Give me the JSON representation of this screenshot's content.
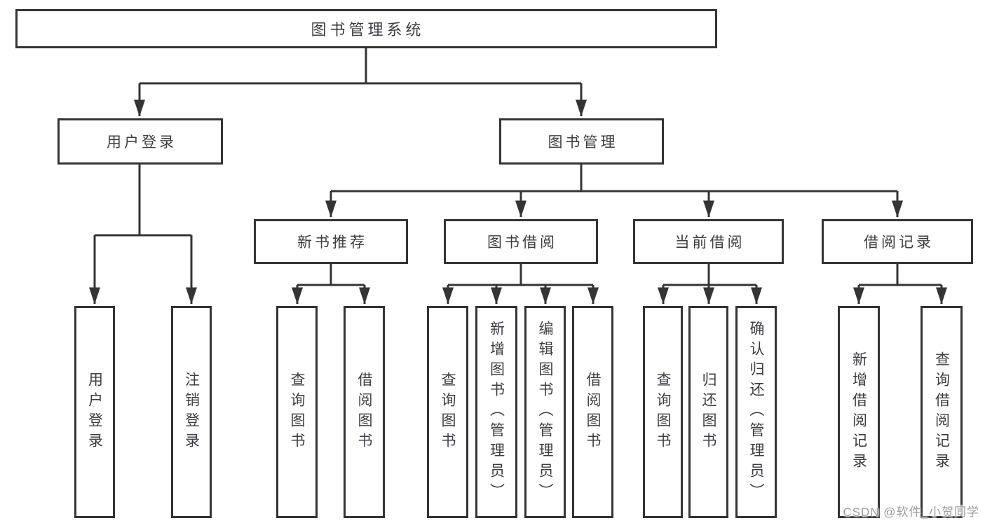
{
  "colors": {
    "line": "#343434",
    "box_border": "#343434",
    "node_text": "#3c3e44",
    "background": "#ffffff",
    "watermark": "#9d9d9d"
  },
  "watermark": {
    "text": "CSDN @软件_小贺同学"
  },
  "tree": {
    "label": "图书管理系统",
    "children": [
      {
        "label": "用户登录",
        "children": [
          {
            "label": "用户登录"
          },
          {
            "label": "注销登录"
          }
        ]
      },
      {
        "label": "图书管理",
        "children": [
          {
            "label": "新书推荐",
            "children": [
              {
                "label": "查询图书"
              },
              {
                "label": "借阅图书"
              }
            ]
          },
          {
            "label": "图书借阅",
            "children": [
              {
                "label": "查询图书"
              },
              {
                "label": "新增图书（管理员）"
              },
              {
                "label": "编辑图书（管理员）"
              },
              {
                "label": "借阅图书"
              }
            ]
          },
          {
            "label": "当前借阅",
            "children": [
              {
                "label": "查询图书"
              },
              {
                "label": "归还图书"
              },
              {
                "label": "确认归还（管理员）"
              }
            ]
          },
          {
            "label": "借阅记录",
            "children": [
              {
                "label": "新增借阅记录"
              },
              {
                "label": "查询借阅记录"
              }
            ]
          }
        ]
      }
    ]
  }
}
